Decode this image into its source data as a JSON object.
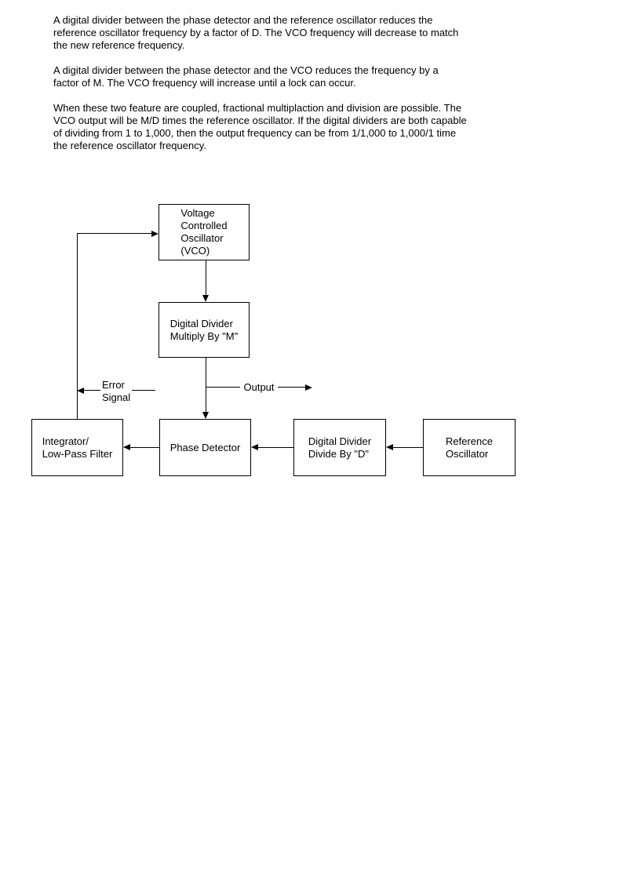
{
  "document": {
    "paragraphs": [
      {
        "text": "A digital divider between the phase detector and the reference oscillator reduces the\nreference oscillator frequency by a factor of D. The VCO frequency will decrease to match\nthe new reference frequency."
      },
      {
        "text": "A digital divider between the phase detector and the VCO reduces the frequency by a\nfactor of M. The VCO frequency will increase until a lock can occur."
      },
      {
        "text": "When these two feature are coupled, fractional multiplaction and division are possible. The\nVCO output will be M/D times the reference oscillator. If the digital dividers are both capable\nof dividing from 1 to 1,000, then the output frequency can be from 1/1,000 to 1,000/1 time\nthe reference oscillator frequency."
      }
    ]
  },
  "diagram": {
    "boxes": {
      "vco": {
        "label": "Voltage\nControlled\nOscillator\n(VCO)"
      },
      "divider_m": {
        "label": "Digital Divider\nMultiply By \"M\""
      },
      "integrator": {
        "label": "Integrator/\nLow-Pass Filter"
      },
      "phase_detector": {
        "label": "Phase Detector"
      },
      "divider_d": {
        "label": "Digital Divider\nDivide By \"D\""
      },
      "reference_oscillator": {
        "label": "Reference\nOscillator"
      }
    },
    "labels": {
      "error_signal": "Error\nSignal",
      "output": "Output"
    },
    "colors": {
      "line": "#000000",
      "box_fill": "#ffffff",
      "page_background": "#ffffff"
    }
  }
}
